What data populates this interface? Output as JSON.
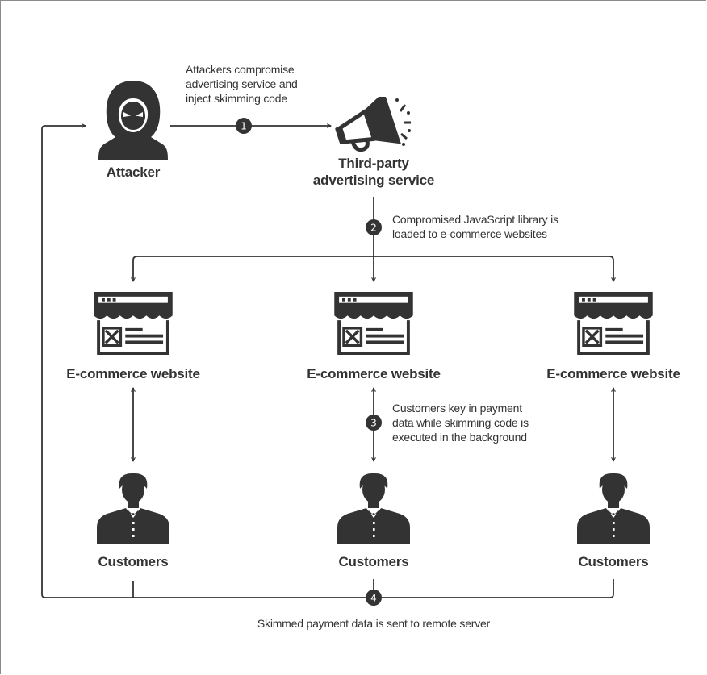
{
  "colors": {
    "ink": "#333333",
    "frame": "#8a8a8a",
    "background": "#ffffff"
  },
  "icons": {
    "attacker": "hooded-attacker-icon",
    "service": "megaphone-icon",
    "website": "storefront-icon",
    "customer": "customer-person-icon"
  },
  "attacker": {
    "label": "Attacker"
  },
  "service": {
    "label_line1": "Third-party",
    "label_line2": "advertising service"
  },
  "websites": [
    {
      "label": "E-commerce website"
    },
    {
      "label": "E-commerce website"
    },
    {
      "label": "E-commerce website"
    }
  ],
  "customers": [
    {
      "label": "Customers"
    },
    {
      "label": "Customers"
    },
    {
      "label": "Customers"
    }
  ],
  "steps": [
    {
      "number": "1",
      "lines": [
        "Attackers compromise",
        "advertising service and",
        "inject skimming code"
      ]
    },
    {
      "number": "2",
      "lines": [
        "Compromised JavaScript library is",
        "loaded to e-commerce websites"
      ]
    },
    {
      "number": "3",
      "lines": [
        "Customers key in payment",
        "data while skimming code is",
        "executed in the background"
      ]
    },
    {
      "number": "4",
      "lines": [
        "Skimmed payment data is sent to remote server"
      ]
    }
  ]
}
